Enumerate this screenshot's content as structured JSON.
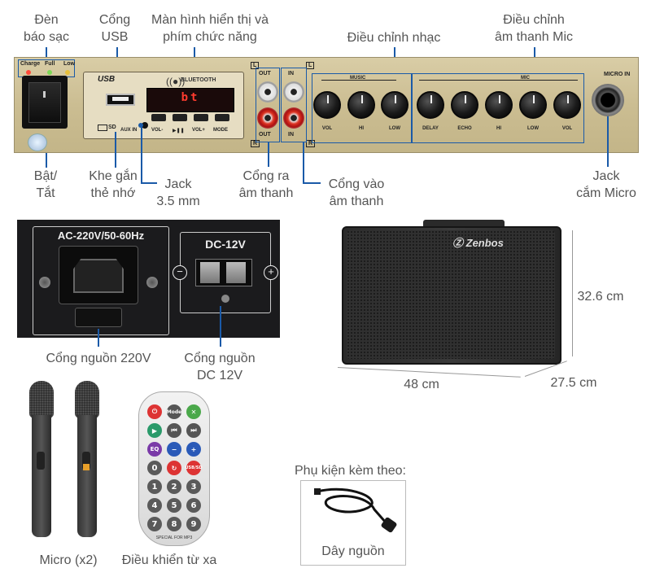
{
  "labels": {
    "charge_led": "Đèn\nbáo sạc",
    "usb_port": "Cổng\nUSB",
    "display_keys": "Màn hình hiển thị và\nphím chức năng",
    "music_adjust": "Điều chỉnh nhạc",
    "mic_adjust": "Điều chỉnh\nâm thanh Mic",
    "power_switch": "Bật/\nTắt",
    "sd_slot": "Khe gắn\nthẻ nhớ",
    "jack_35": "Jack\n3.5 mm",
    "audio_out": "Cổng ra\nâm thanh",
    "audio_in": "Cổng vào\nâm thanh",
    "mic_jack": "Jack\ncắm Micro",
    "ac_power": "Cổng nguồn 220V",
    "dc_power": "Cổng nguồn\nDC 12V",
    "height": "32.6 cm",
    "width": "48 cm",
    "depth": "27.5 cm",
    "mics": "Micro (x2)",
    "remote": "Điều khiển từ xa",
    "accessories_title": "Phụ kiện kèm theo:",
    "power_cord": "Dây nguồn"
  },
  "panel": {
    "led_labels": [
      "Charge",
      "Full",
      "Low"
    ],
    "led_colors": [
      "#ff4a3a",
      "#7ed957",
      "#e8c13a"
    ],
    "usb_logo": "USB",
    "bluetooth": "BLUETOOTH",
    "display_text": "bt",
    "sd": "SD",
    "aux": "AUX IN",
    "vol_minus": "VOL-",
    "play": "▶❚❚",
    "vol_plus": "VOL+",
    "mode": "MODE",
    "out": "OUT",
    "in": "IN",
    "l": "L",
    "r": "R",
    "music": "MUSIC",
    "mic": "MIC",
    "mic_in": "MICRO IN",
    "music_knobs": [
      "VOL",
      "HI",
      "LOW"
    ],
    "mic_knobs": [
      "DELAY",
      "ECHO",
      "HI",
      "LOW",
      "VOL"
    ]
  },
  "power": {
    "ac_text": "AC-220V/50-60Hz",
    "dc_text": "DC-12V",
    "minus": "−",
    "plus": "+"
  },
  "speaker": {
    "brand": "Zenbos"
  },
  "remote": {
    "mode": "Mode",
    "eq": "EQ",
    "usb_sd": "USB/SD",
    "numbers": [
      "0",
      "1",
      "2",
      "3",
      "4",
      "5",
      "6",
      "7",
      "8",
      "9"
    ],
    "footer": "SPECIAL FOR MP3"
  },
  "colors": {
    "accent": "#1a5aa8",
    "label": "#555555"
  }
}
